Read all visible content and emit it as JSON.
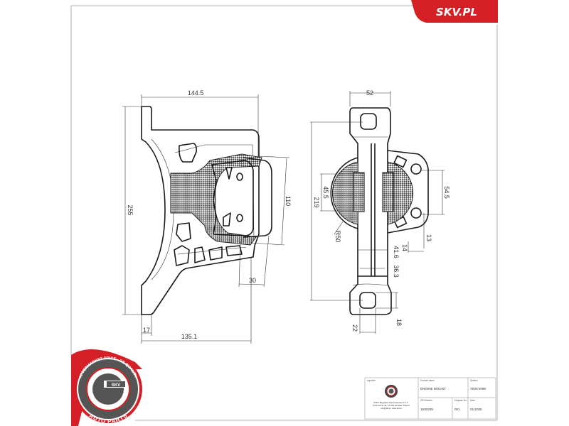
{
  "brand": {
    "logo_text": "SKV.PL",
    "accent_color": "#d51f26"
  },
  "badge": {
    "top_text": "AFTERMARKET PRICE · OE QUALITY",
    "center_text": "SKV",
    "bottom_text": "AUTO PARTS"
  },
  "side_view": {
    "dimensions": {
      "width_top": "144.5",
      "height": "255",
      "rubber_height": "110",
      "offset": "30",
      "foot": "17",
      "width_bottom": "135.1"
    }
  },
  "front_view": {
    "dimensions": {
      "width_top": "52",
      "height": "219",
      "insert_height": "45.5",
      "hole_spacing": "54.5",
      "radius": "R50",
      "hole_offset": "13",
      "flange": "14",
      "body_width": "41.6",
      "inner_width": "36.3",
      "lug_hole_height": "18",
      "lug_hole_width": "22"
    }
  },
  "title_block": {
    "importer_label": "Importer",
    "importer_address": [
      "ESKV Bogusław Wieczorkiewicz S.K.A.",
      "Poprzeczna 4G, 57-600 Wrocław, Poland",
      "info@skv.pl, www.skv.pl"
    ],
    "product_label": "Product name",
    "product_value": "ENGINE MOUNT",
    "symbol_label": "Symbol",
    "symbol_value": "75SKV088",
    "oe_label": "OE Number",
    "oe_value": "1930205",
    "diagram_label": "Diagram No",
    "diagram_value": "001",
    "date_label": "Date",
    "date_value": "01/2025"
  }
}
